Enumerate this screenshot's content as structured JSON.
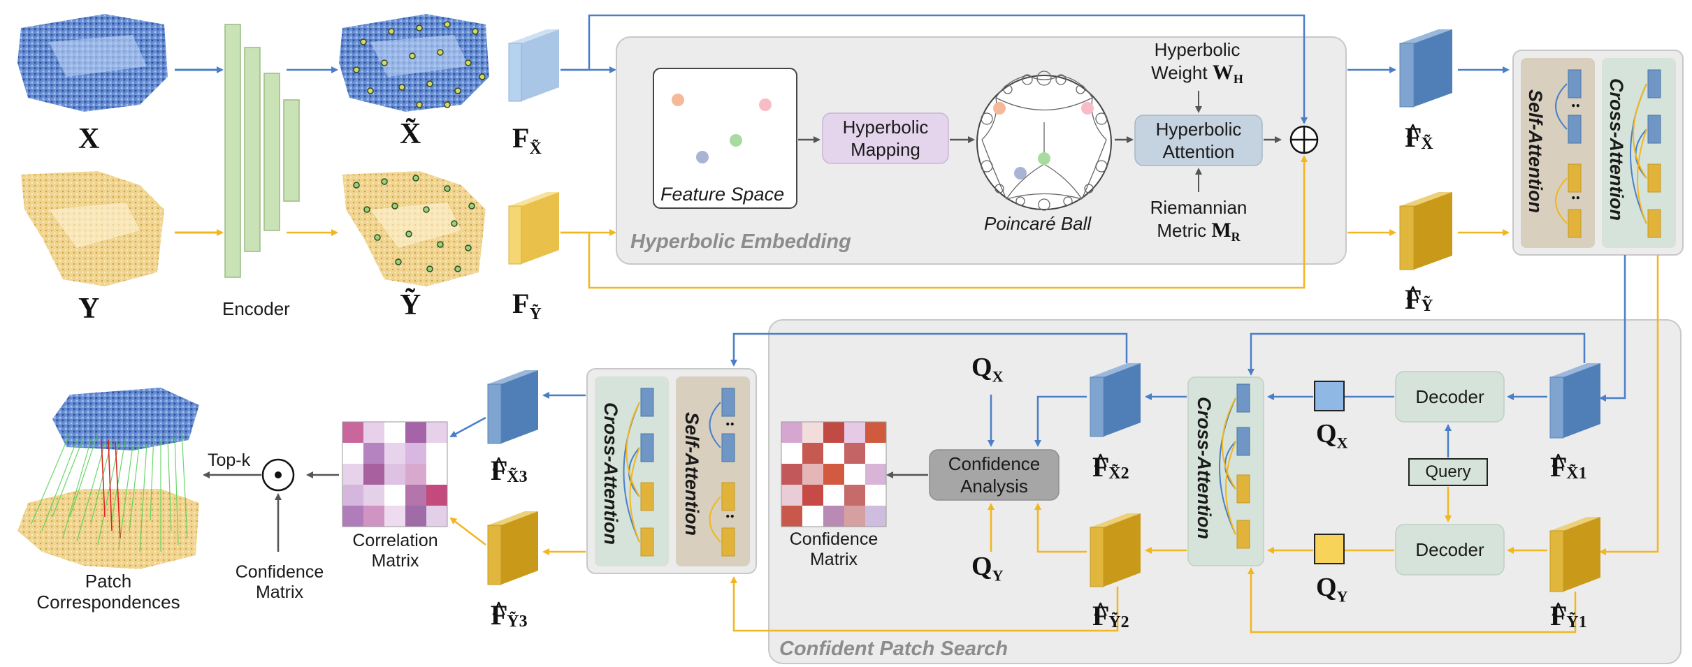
{
  "inputs": {
    "x_label": "X",
    "y_label": "Y",
    "x_tilde": "X̃",
    "y_tilde": "Ỹ",
    "encoder": "Encoder"
  },
  "features": {
    "f_base": "F",
    "sub_x": "X̃",
    "sub_y": "Ỹ",
    "sub_x1": "X̃1",
    "sub_y1": "Ỹ1",
    "sub_x2": "X̃2",
    "sub_y2": "Ỹ2",
    "sub_x3": "X̃3",
    "sub_y3": "Ỹ3"
  },
  "hyperbolic_embedding": {
    "title": "Hyperbolic Embedding",
    "feature_space": "Feature Space",
    "mapping_line1": "Hyperbolic",
    "mapping_line2": "Mapping",
    "poincare": "Poincaré Ball",
    "weight_line1": "Hyperbolic",
    "weight_line2": "Weight",
    "weight_sym": "W",
    "weight_sub": "H",
    "attention_line1": "Hyperbolic",
    "attention_line2": "Attention",
    "metric_line1": "Riemannian",
    "metric_line2": "Metric",
    "metric_sym": "M",
    "metric_sub": "R",
    "oplus": "⊕"
  },
  "attention": {
    "self": "Self-Attention",
    "cross": "Cross-Attention",
    "dots": ".."
  },
  "confident_patch_search": {
    "title": "Confident Patch Search",
    "decoder": "Decoder",
    "query": "Query",
    "q_sym": "Q",
    "q_sub_x": "X",
    "q_sub_y": "Y",
    "confidence_line1": "Confidence",
    "confidence_line2": "Analysis",
    "conf_matrix_line1": "Confidence",
    "conf_matrix_line2": "Matrix"
  },
  "output": {
    "correlation_line1": "Correlation",
    "correlation_line2": "Matrix",
    "odot": "⊙",
    "topk": "Top-k",
    "confidence_line1": "Confidence",
    "confidence_line2": "Matrix",
    "patch_line1": "Patch",
    "patch_line2": "Correspondences"
  },
  "colors": {
    "blue_arrow": "#4a7fc8",
    "yellow_arrow": "#f2b61e",
    "blue_cube": "#6f96c4",
    "yellow_cube": "#e2b33a",
    "panel_bg": "#ececec",
    "encoder_green": "#c9e2b6",
    "mapping_purple": "#e4d4ec",
    "attention_blue": "#c5d2df",
    "self_attn_bg": "#d8cfbe",
    "cross_attn_bg": "#d6e3da"
  }
}
